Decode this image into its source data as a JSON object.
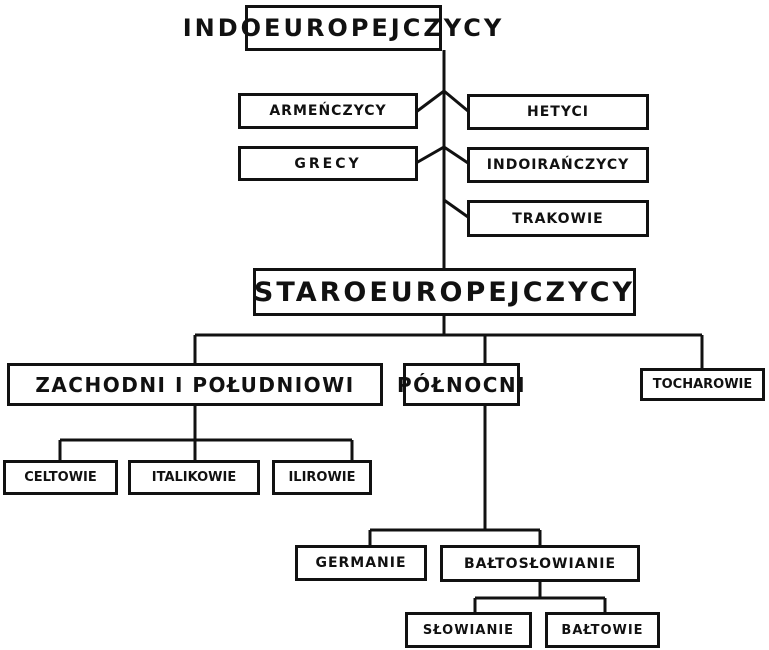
{
  "nodes": {
    "indoeuropejczycy": "INDOEUROPEJCZYCY",
    "armenczycy": "ARMEŃCZYCY",
    "hetyci": "HETYCI",
    "grecy": "GRECY",
    "indoiranczycy": "INDOIRAŃCZYCY",
    "trakowie": "TRAKOWIE",
    "staroeuropejczycy": "STAROEUROPEJCZYCY",
    "zachodni": "ZACHODNI I POŁUDNIOWI",
    "polnocni": "PÓŁNOCNI",
    "tocharowie": "TOCHAROWIE",
    "celtowie": "CELTOWIE",
    "italikowie": "ITALIKOWIE",
    "ilirowie": "ILIROWIE",
    "germanie": "GERMANIE",
    "baltoslowianie": "BAŁTOSŁOWIANIE",
    "slowianie": "SŁOWIANIE",
    "baltowie": "BAŁTOWIE"
  }
}
